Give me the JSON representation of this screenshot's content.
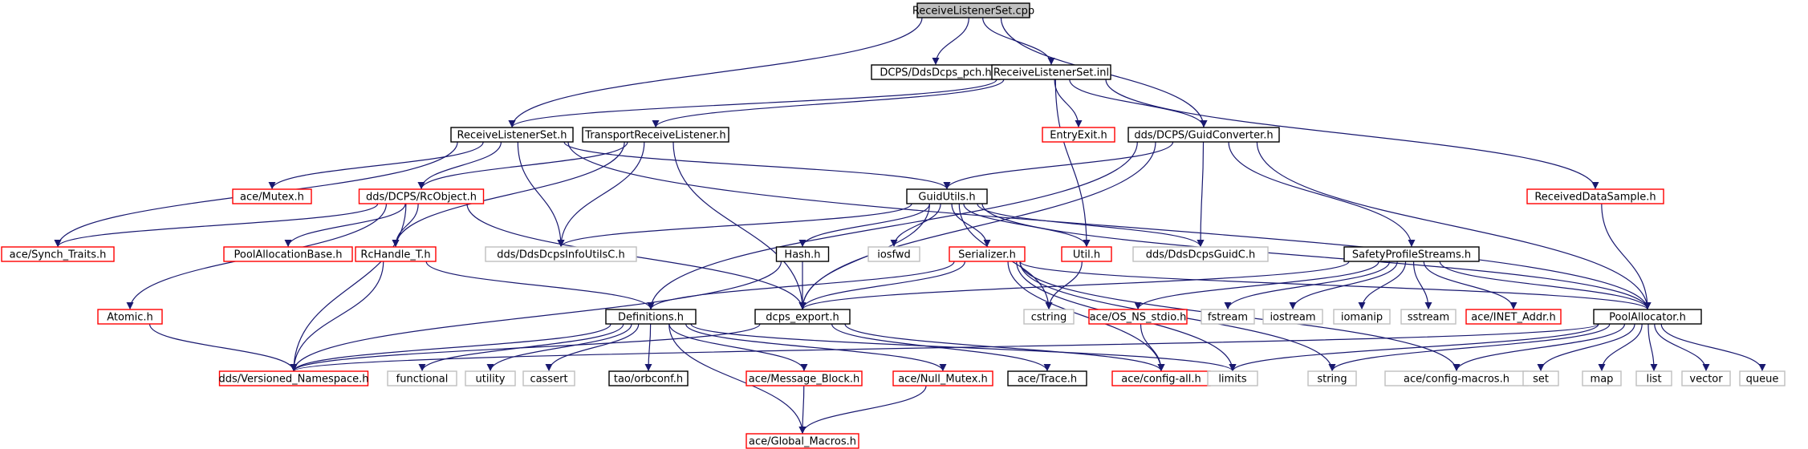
{
  "graph": {
    "root": "ReceiveListenerSet.cpp",
    "nodes": [
      {
        "id": "root",
        "label": "ReceiveListenerSet.cpp",
        "style": "root"
      },
      {
        "id": "pch",
        "label": "DCPS/DdsDcps_pch.h",
        "style": "normal"
      },
      {
        "id": "inl",
        "label": "ReceiveListenerSet.inl",
        "style": "normal"
      },
      {
        "id": "rlsh",
        "label": "ReceiveListenerSet.h",
        "style": "normal"
      },
      {
        "id": "trl",
        "label": "TransportReceiveListener.h",
        "style": "normal"
      },
      {
        "id": "entry",
        "label": "EntryExit.h",
        "style": "incomplete"
      },
      {
        "id": "guidconv",
        "label": "dds/DCPS/GuidConverter.h",
        "style": "normal"
      },
      {
        "id": "rds",
        "label": "ReceivedDataSample.h",
        "style": "incomplete"
      },
      {
        "id": "mutex",
        "label": "ace/Mutex.h",
        "style": "incomplete"
      },
      {
        "id": "rcobj",
        "label": "dds/DCPS/RcObject.h",
        "style": "incomplete"
      },
      {
        "id": "guidutils",
        "label": "GuidUtils.h",
        "style": "normal"
      },
      {
        "id": "synch",
        "label": "ace/Synch_Traits.h",
        "style": "incomplete"
      },
      {
        "id": "poolbase",
        "label": "PoolAllocationBase.h",
        "style": "incomplete"
      },
      {
        "id": "rchandle",
        "label": "RcHandle_T.h",
        "style": "incomplete"
      },
      {
        "id": "infoutils",
        "label": "dds/DdsDcpsInfoUtilsC.h",
        "style": "system"
      },
      {
        "id": "hash",
        "label": "Hash.h",
        "style": "normal"
      },
      {
        "id": "iosfwd",
        "label": "iosfwd",
        "style": "system"
      },
      {
        "id": "serializer",
        "label": "Serializer.h",
        "style": "incomplete"
      },
      {
        "id": "util",
        "label": "Util.h",
        "style": "incomplete"
      },
      {
        "id": "guidc",
        "label": "dds/DdsDcpsGuidC.h",
        "style": "system"
      },
      {
        "id": "sps",
        "label": "SafetyProfileStreams.h",
        "style": "normal"
      },
      {
        "id": "atomic",
        "label": "Atomic.h",
        "style": "incomplete"
      },
      {
        "id": "defs",
        "label": "Definitions.h",
        "style": "normal"
      },
      {
        "id": "dcpsexport",
        "label": "dcps_export.h",
        "style": "normal"
      },
      {
        "id": "cstring",
        "label": "cstring",
        "style": "system"
      },
      {
        "id": "osns",
        "label": "ace/OS_NS_stdio.h",
        "style": "incomplete"
      },
      {
        "id": "fstream",
        "label": "fstream",
        "style": "system"
      },
      {
        "id": "iostream",
        "label": "iostream",
        "style": "system"
      },
      {
        "id": "iomanip",
        "label": "iomanip",
        "style": "system"
      },
      {
        "id": "sstream",
        "label": "sstream",
        "style": "system"
      },
      {
        "id": "inet",
        "label": "ace/INET_Addr.h",
        "style": "incomplete"
      },
      {
        "id": "pool",
        "label": "PoolAllocator.h",
        "style": "normal"
      },
      {
        "id": "versioned",
        "label": "dds/Versioned_Namespace.h",
        "style": "incomplete"
      },
      {
        "id": "functional",
        "label": "functional",
        "style": "system"
      },
      {
        "id": "utility",
        "label": "utility",
        "style": "system"
      },
      {
        "id": "cassert",
        "label": "cassert",
        "style": "system"
      },
      {
        "id": "orbconf",
        "label": "tao/orbconf.h",
        "style": "normal"
      },
      {
        "id": "msgblock",
        "label": "ace/Message_Block.h",
        "style": "incomplete"
      },
      {
        "id": "nullmutex",
        "label": "ace/Null_Mutex.h",
        "style": "incomplete"
      },
      {
        "id": "trace",
        "label": "ace/Trace.h",
        "style": "normal"
      },
      {
        "id": "configall",
        "label": "ace/config-all.h",
        "style": "incomplete"
      },
      {
        "id": "limits",
        "label": "limits",
        "style": "system"
      },
      {
        "id": "string",
        "label": "string",
        "style": "system"
      },
      {
        "id": "configmacros",
        "label": "ace/config-macros.h",
        "style": "system"
      },
      {
        "id": "set",
        "label": "set",
        "style": "system"
      },
      {
        "id": "map",
        "label": "map",
        "style": "system"
      },
      {
        "id": "list",
        "label": "list",
        "style": "system"
      },
      {
        "id": "vector",
        "label": "vector",
        "style": "system"
      },
      {
        "id": "queue",
        "label": "queue",
        "style": "system"
      },
      {
        "id": "globalmacros",
        "label": "ace/Global_Macros.h",
        "style": "incomplete"
      }
    ],
    "edges": [
      [
        "root",
        "pch"
      ],
      [
        "root",
        "inl"
      ],
      [
        "root",
        "rlsh"
      ],
      [
        "root",
        "guidconv"
      ],
      [
        "inl",
        "rlsh"
      ],
      [
        "inl",
        "trl"
      ],
      [
        "inl",
        "entry"
      ],
      [
        "inl",
        "guidconv"
      ],
      [
        "inl",
        "rds"
      ],
      [
        "inl",
        "util"
      ],
      [
        "rlsh",
        "mutex"
      ],
      [
        "rlsh",
        "rcobj"
      ],
      [
        "rlsh",
        "synch"
      ],
      [
        "rlsh",
        "guidutils"
      ],
      [
        "rlsh",
        "infoutils"
      ],
      [
        "rlsh",
        "pool"
      ],
      [
        "trl",
        "rcobj"
      ],
      [
        "trl",
        "rchandle"
      ],
      [
        "trl",
        "infoutils"
      ],
      [
        "trl",
        "dcpsexport"
      ],
      [
        "guidconv",
        "guidutils"
      ],
      [
        "guidconv",
        "guidc"
      ],
      [
        "guidconv",
        "sps"
      ],
      [
        "guidconv",
        "defs"
      ],
      [
        "guidconv",
        "dcpsexport"
      ],
      [
        "guidconv",
        "pool"
      ],
      [
        "rds",
        "pool"
      ],
      [
        "rcobj",
        "synch"
      ],
      [
        "rcobj",
        "poolbase"
      ],
      [
        "rcobj",
        "rchandle"
      ],
      [
        "rcobj",
        "atomic"
      ],
      [
        "rcobj",
        "versioned"
      ],
      [
        "rcobj",
        "dcpsexport"
      ],
      [
        "guidutils",
        "infoutils"
      ],
      [
        "guidutils",
        "hash"
      ],
      [
        "guidutils",
        "iosfwd"
      ],
      [
        "guidutils",
        "serializer"
      ],
      [
        "guidutils",
        "util"
      ],
      [
        "guidutils",
        "guidc"
      ],
      [
        "guidutils",
        "cstring"
      ],
      [
        "guidutils",
        "dcpsexport"
      ],
      [
        "guidutils",
        "pool"
      ],
      [
        "rchandle",
        "defs"
      ],
      [
        "rchandle",
        "versioned"
      ],
      [
        "atomic",
        "versioned"
      ],
      [
        "hash",
        "dcpsexport"
      ],
      [
        "hash",
        "versioned"
      ],
      [
        "serializer",
        "defs"
      ],
      [
        "serializer",
        "dcpsexport"
      ],
      [
        "serializer",
        "pool"
      ],
      [
        "serializer",
        "configall"
      ],
      [
        "serializer",
        "configmacros"
      ],
      [
        "serializer",
        "string"
      ],
      [
        "serializer",
        "limits"
      ],
      [
        "util",
        "cstring"
      ],
      [
        "sps",
        "dcpsexport"
      ],
      [
        "sps",
        "osns"
      ],
      [
        "sps",
        "fstream"
      ],
      [
        "sps",
        "iostream"
      ],
      [
        "sps",
        "iomanip"
      ],
      [
        "sps",
        "sstream"
      ],
      [
        "sps",
        "inet"
      ],
      [
        "sps",
        "pool"
      ],
      [
        "osns",
        "configall"
      ],
      [
        "defs",
        "versioned"
      ],
      [
        "defs",
        "functional"
      ],
      [
        "defs",
        "utility"
      ],
      [
        "defs",
        "cassert"
      ],
      [
        "defs",
        "orbconf"
      ],
      [
        "defs",
        "msgblock"
      ],
      [
        "defs",
        "nullmutex"
      ],
      [
        "defs",
        "globalmacros"
      ],
      [
        "defs",
        "limits"
      ],
      [
        "dcpsexport",
        "versioned"
      ],
      [
        "dcpsexport",
        "trace"
      ],
      [
        "dcpsexport",
        "configall"
      ],
      [
        "msgblock",
        "globalmacros"
      ],
      [
        "nullmutex",
        "globalmacros"
      ],
      [
        "pool",
        "versioned"
      ],
      [
        "pool",
        "limits"
      ],
      [
        "pool",
        "string"
      ],
      [
        "pool",
        "configmacros"
      ],
      [
        "pool",
        "set"
      ],
      [
        "pool",
        "map"
      ],
      [
        "pool",
        "list"
      ],
      [
        "pool",
        "vector"
      ],
      [
        "pool",
        "queue"
      ]
    ]
  },
  "colors": {
    "edge": "#191970",
    "root_fill": "#bfbfbf",
    "normal_border": "#000000",
    "incomplete_border": "#ff0000",
    "system_border": "#bfbfbf",
    "text": "#000000"
  }
}
